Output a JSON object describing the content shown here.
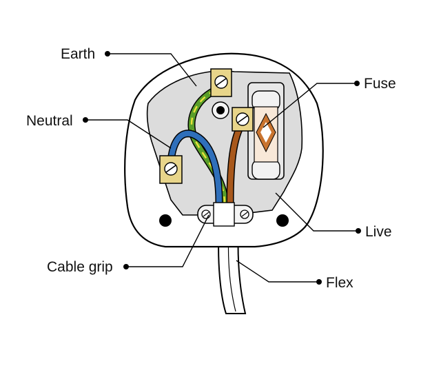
{
  "labels": {
    "earth": "Earth",
    "neutral": "Neutral",
    "fuse": "Fuse",
    "live": "Live",
    "cable_grip": "Cable grip",
    "flex": "Flex"
  },
  "colors": {
    "plug_body": "#ffffff",
    "plug_inner": "#dcdcdc",
    "earth_green": "#5a9e2a",
    "earth_yellow": "#e8e23a",
    "neutral_blue": "#2f6fba",
    "live_brown": "#a8581c",
    "terminal_brass": "#e8d58a",
    "fuse_accent": "#c9742f"
  }
}
